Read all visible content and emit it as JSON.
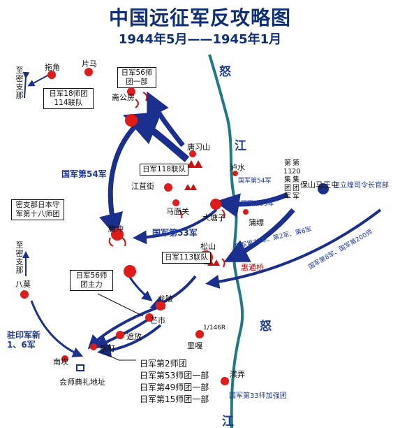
{
  "title": "中国远征军反攻略图",
  "subtitle": "1944年5月——1945年1月",
  "river": {
    "nu1": "怒",
    "jiang1": "江",
    "nu2": "怒",
    "jiang2": "江"
  },
  "labels": {
    "mizhina_1": "至密支那",
    "tuojiao": "拖角",
    "pianma": "片马",
    "jap_18_114": "日军18师团114联队",
    "jap_56_part": "日军56师团一部",
    "zhaigongfang": "斋公房",
    "army54": "国军第54军",
    "jap_118": "日军118联队",
    "tangxishan": "唐习山",
    "lushui": "泸水",
    "cn_54_east": "国军第54军",
    "cn_53_east": "国军第53军",
    "jiangjujie": "江苴街",
    "mamianguan": "马面关",
    "datangzi": "大塘子",
    "pudu": "蒲缥",
    "mizhina_jap": "密支那日本守军第十八师团",
    "army53": "国军第53军",
    "tengchong": "腾冲",
    "songshan": "松山",
    "jap_113": "日军113联队",
    "cn_71_2_6": "国军第71军、第2军、第6军",
    "huitongqiao": "惠通桥",
    "cn_8_200": "国军第8军、国军第200师",
    "group11": "第11集团军",
    "group20": "第20集团军",
    "baoshan": "保山马王屯",
    "wei_hq": "卫立煌司令长官部",
    "mizhina_2": "至密支那",
    "bamo": "八莫",
    "zhuyinjun": "驻印军新1、6军",
    "jap_56_main": "日军56师团主力",
    "longling": "龙陵",
    "mangshi": "芒市",
    "zhefang": "遮放",
    "wanding": "畹町",
    "nankan": "南坎",
    "ceremony": "会师典礼地址",
    "r146": "1/146R",
    "lihan": "里嘎",
    "menglong": "潆弄",
    "jap_33": "国军第33师加强团"
  },
  "jap_list": [
    "日军第2师团",
    "日军第53师团一部",
    "日军第49师团一部",
    "日军第15师团一部"
  ]
}
